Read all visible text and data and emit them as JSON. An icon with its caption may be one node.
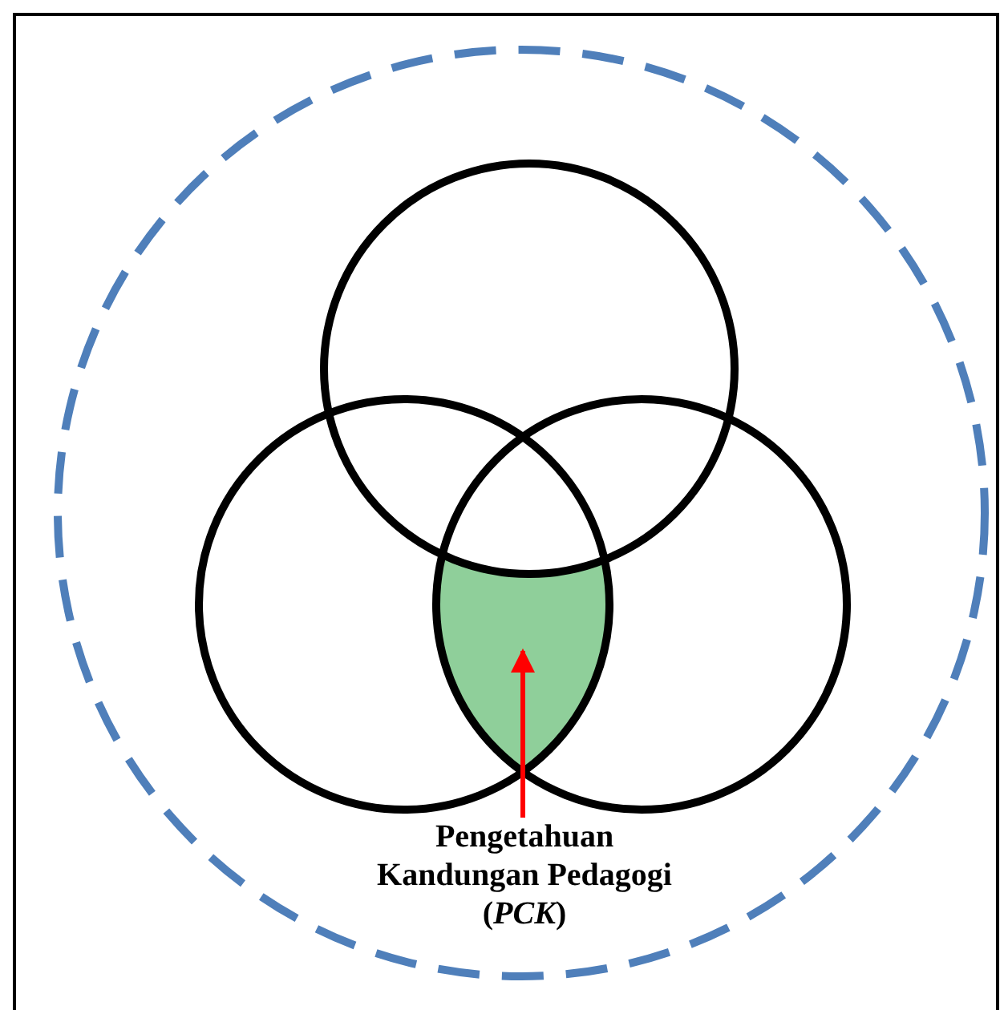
{
  "diagram": {
    "nodes": [
      {
        "text": [
          "Pengetahuan Kandungan Pedagogi (*PCK*)"
        ]
      },
      {
        "text": [],
        "shape": "lens"
      }
    ],
    "edges": [
      {
        "from": 0,
        "to": 1,
        "arrow": "to",
        "color": "#ff0000"
      }
    ]
  }
}
